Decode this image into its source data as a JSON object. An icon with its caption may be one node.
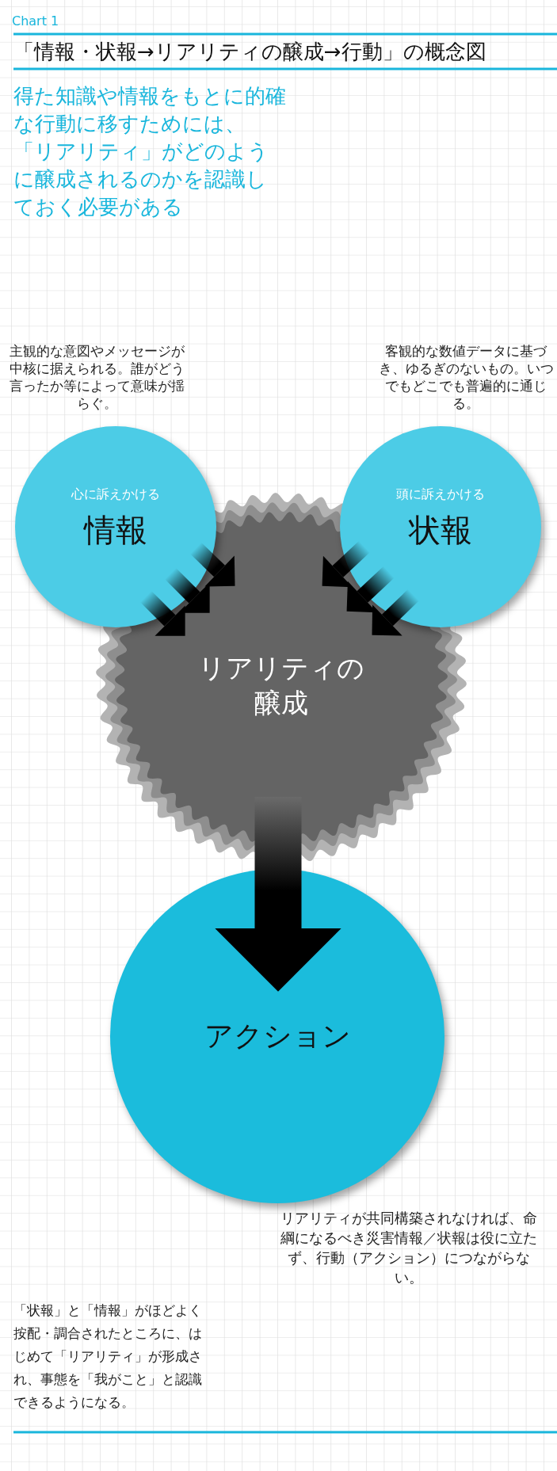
{
  "diagram": {
    "title": "「情報・状報→リアリティの醸成→行動」の概念図",
    "nodes": [
      {
        "text": [
          "心に訴えかける",
          "情報"
        ],
        "beside": [
          "主観的な意図やメッセージが中核に据えられる。誰がどう言ったか等によって意味が揺らぐ。"
        ]
      },
      {
        "text": [
          "頭に訴えかける",
          "状報"
        ],
        "beside": [
          "客観的な数値データに基づき、ゆるぎのないもの。いつでもどこでも普遍的に通じる。"
        ]
      },
      {
        "text": [
          "リアリティの醸成"
        ]
      },
      {
        "text": [
          "アクション"
        ],
        "beside": [
          "リアリティが共同構築されなければ、命綱になるべき災害情報／状報は役に立たず、行動（アクション）につながらない。"
        ]
      }
    ],
    "edges": [
      {
        "from": 0,
        "to": 2,
        "arrow": "to"
      },
      {
        "from": 0,
        "to": 2,
        "arrow": "to"
      },
      {
        "from": 0,
        "to": 2,
        "arrow": "to"
      },
      {
        "from": 1,
        "to": 2,
        "arrow": "to"
      },
      {
        "from": 1,
        "to": 2,
        "arrow": "to"
      },
      {
        "from": 1,
        "to": 2,
        "arrow": "to"
      },
      {
        "from": 2,
        "to": 3,
        "arrow": "to"
      }
    ],
    "labels": [
      "Chart 1",
      "得た知識や情報をもとに的確な行動に移すためには、「リアリティ」がどのように醸成されるのかを認識しておく必要がある",
      "「状報」と「情報」がほどよく按配・調合されたところに、はじめて「リアリティ」が形成され、事態を「我がこと」と認識できるようになる。"
    ]
  }
}
